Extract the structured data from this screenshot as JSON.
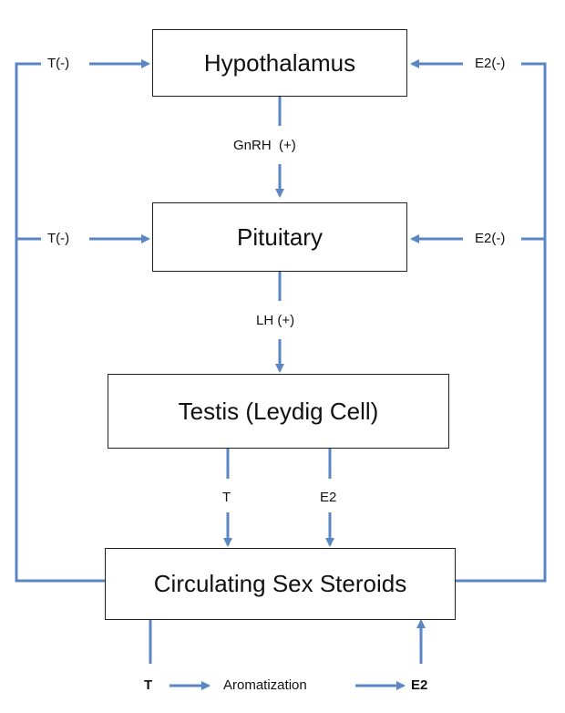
{
  "nodes": {
    "hypothalamus": "Hypothalamus",
    "pituitary": "Pituitary",
    "testis": "Testis (Leydig Cell)",
    "circulating": "Circulating Sex Steroids",
    "aromatization": "Aromatization"
  },
  "edges": {
    "t_neg_hypothalamus": "T(-)",
    "e2_neg_hypothalamus": "E2(-)",
    "t_neg_pituitary": "T(-)",
    "e2_neg_pituitary": "E2(-)",
    "gnrh": "GnRH  (+)",
    "lh": "LH (+)",
    "testis_t": "T",
    "testis_e2": "E2",
    "aromatization_t": "T",
    "aromatization_e2": "E2"
  },
  "colors": {
    "arrow": "#5b86c4",
    "box_border": "#222222"
  }
}
